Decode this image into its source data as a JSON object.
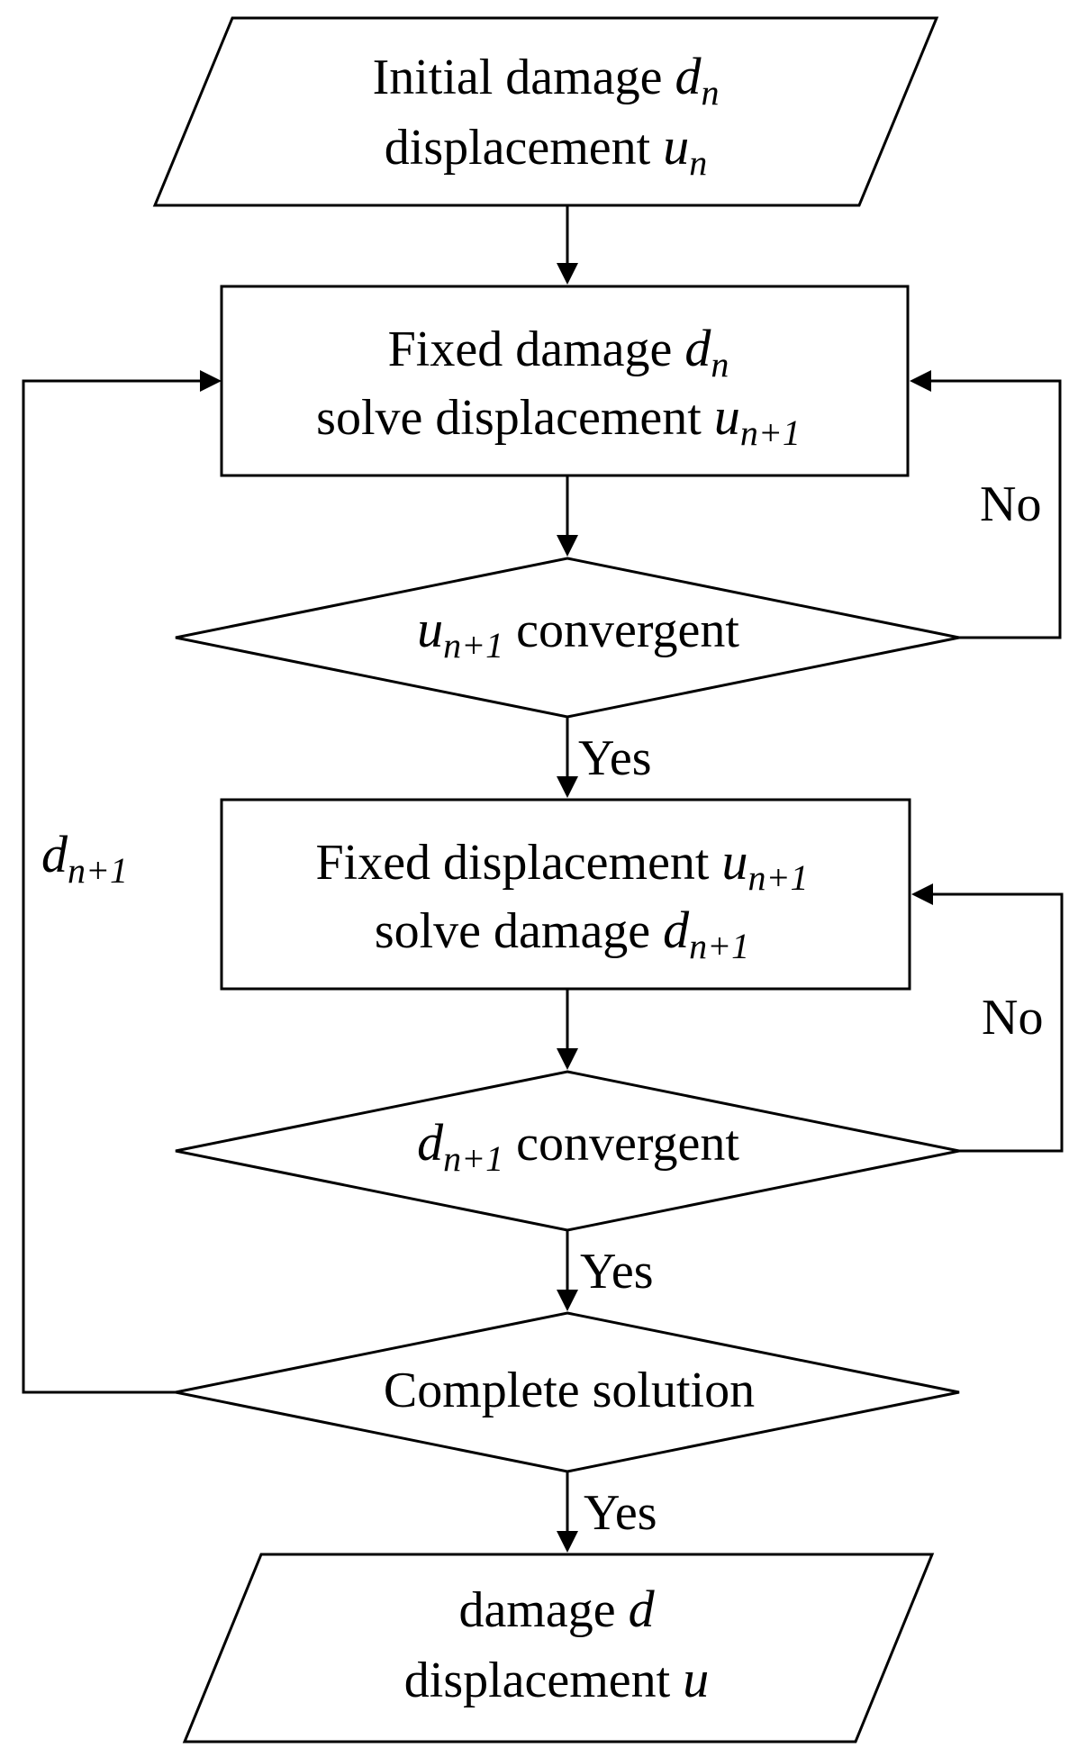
{
  "nodes": {
    "start": {
      "line1_text": "Initial damage",
      "line1_var": "d",
      "line1_sub": "n",
      "line2_text": "displacement",
      "line2_var": "u",
      "line2_sub": "n"
    },
    "solve_u": {
      "line1_text": "Fixed damage",
      "line1_var": "d",
      "line1_sub": "n",
      "line2_text": "solve displacement",
      "line2_var": "u",
      "line2_sub": "n+1"
    },
    "check_u": {
      "var": "u",
      "sub": "n+1",
      "text": "convergent"
    },
    "solve_d": {
      "line1_text": "Fixed displacement",
      "line1_var": "u",
      "line1_sub": "n+1",
      "line2_text": "solve damage",
      "line2_var": "d",
      "line2_sub": "n+1"
    },
    "check_d": {
      "var": "d",
      "sub": "n+1",
      "text": "convergent"
    },
    "complete": {
      "text": "Complete solution"
    },
    "end": {
      "line1_text": "damage",
      "line1_var": "d",
      "line2_text": "displacement",
      "line2_var": "u"
    }
  },
  "edges": {
    "no_label": "No",
    "yes_label": "Yes",
    "loop_var": "d",
    "loop_sub": "n+1"
  }
}
